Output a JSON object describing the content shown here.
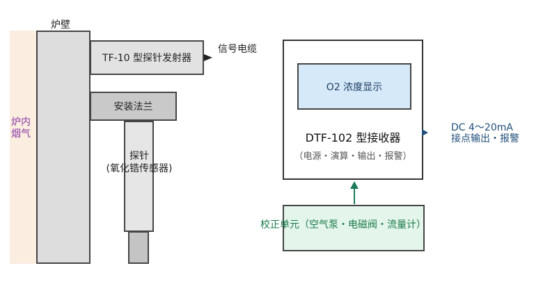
{
  "labels": {
    "furnace_wall": "炉壁",
    "flue_gas": "炉内\n烟气",
    "transmitter": "TF-10 型探针发射器",
    "signal_cable": "信号电缆",
    "flange": "安装法兰",
    "probe": "探针\n(氧化锆传感器)",
    "o2_display": "O2 浓度显示",
    "receiver_title": "DTF-102 型接收器",
    "receiver_functions": "（电源・演算・输出・报警）",
    "output": "DC 4～20mA\n接点输出・报警",
    "calibration": "校正单元（空气泵・电磁阀・流量计）"
  },
  "colors": {
    "flue_text": "#8b3aa8",
    "output_text": "#1f4e7a",
    "calib_text": "#1a7a4c",
    "calib_arrow": "#1a7a5a"
  }
}
